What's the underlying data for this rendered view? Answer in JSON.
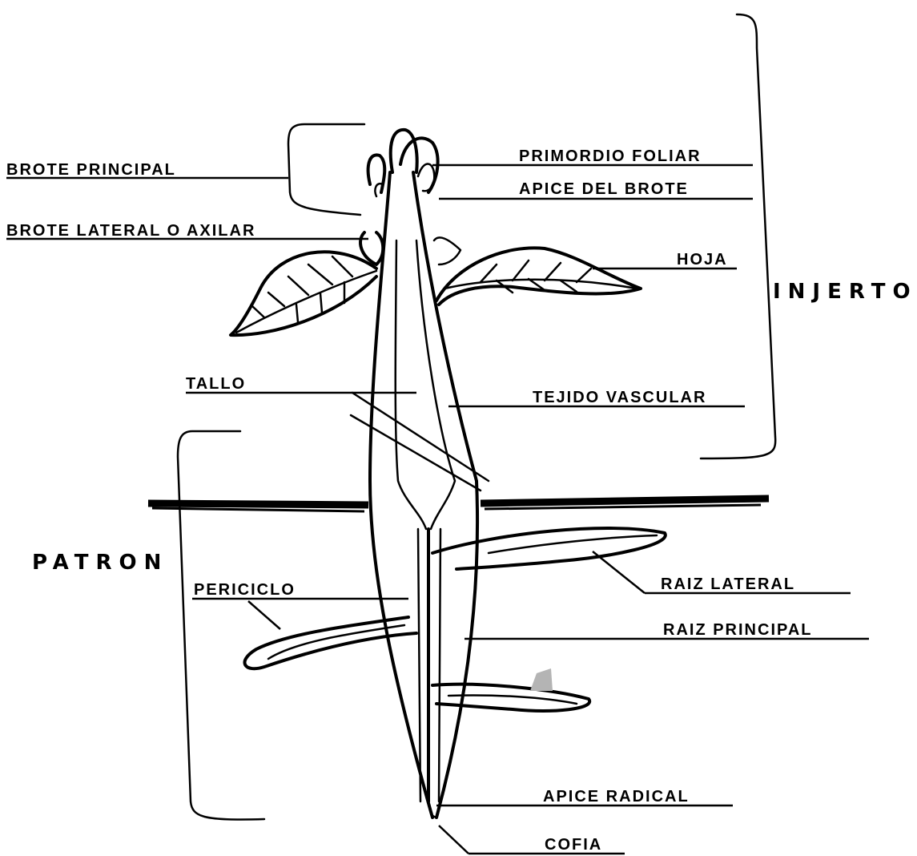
{
  "labels": {
    "brote_principal": "BROTE PRINCIPAL",
    "brote_lateral": "BROTE LATERAL O AXILAR",
    "primordio_foliar": "PRIMORDIO FOLIAR",
    "apice_brote": "APICE DEL BROTE",
    "hoja": "HOJA",
    "tallo": "TALLO",
    "tejido_vascular": "TEJIDO VASCULAR",
    "raiz_lateral": "RAIZ LATERAL",
    "periciclo": "PERICICLO",
    "raiz_principal": "RAIZ PRINCIPAL",
    "apice_radical": "APICE RADICAL",
    "cofia": "COFIA"
  },
  "groups": {
    "injerto": "INJERTO",
    "patron": "PATRON"
  }
}
